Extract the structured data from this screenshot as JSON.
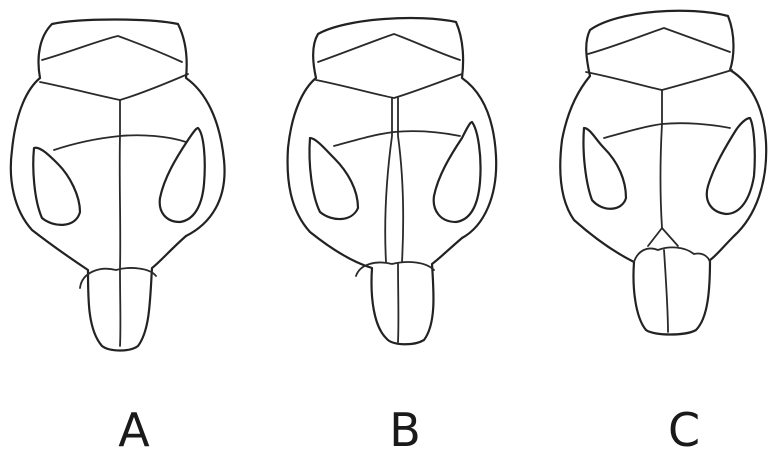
{
  "figure": {
    "panels": [
      {
        "id": "A",
        "label": "A"
      },
      {
        "id": "B",
        "label": "B"
      },
      {
        "id": "C",
        "label": "C"
      }
    ],
    "colors": {
      "background": "#ffffff",
      "stroke": "#222222"
    }
  }
}
